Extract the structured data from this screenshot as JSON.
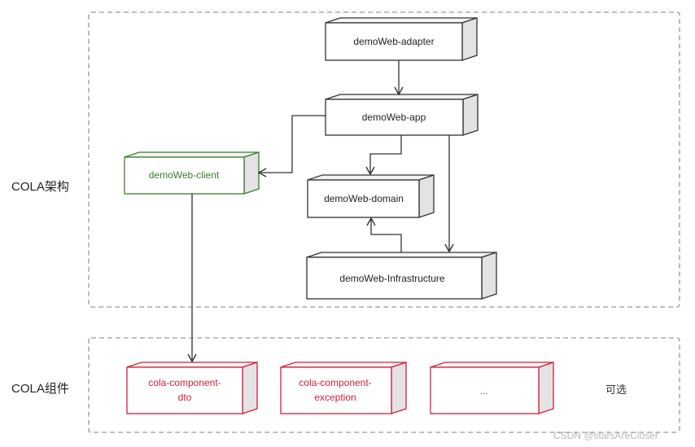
{
  "sections": {
    "architecture_label": "COLA架构",
    "components_label": "COLA组件",
    "optional_note": "可选"
  },
  "nodes": {
    "adapter": "demoWeb-adapter",
    "app": "demoWeb-app",
    "client": "demoWeb-client",
    "domain": "demoWeb-domain",
    "infrastructure": "demoWeb-Infrastructure",
    "dto_line1": "cola-component-",
    "dto_line2": "dto",
    "exception_line1": "cola-component-",
    "exception_line2": "exception",
    "more": "..."
  },
  "watermark": "CSDN @starsAreCloser",
  "colors": {
    "core_border": "#333333",
    "client_border": "#3a7d2c",
    "client_text": "#3a7d2c",
    "component_border": "#d0203a",
    "component_text": "#d0203a",
    "box_side": "#e3e3e3",
    "dashed": "#999999"
  }
}
